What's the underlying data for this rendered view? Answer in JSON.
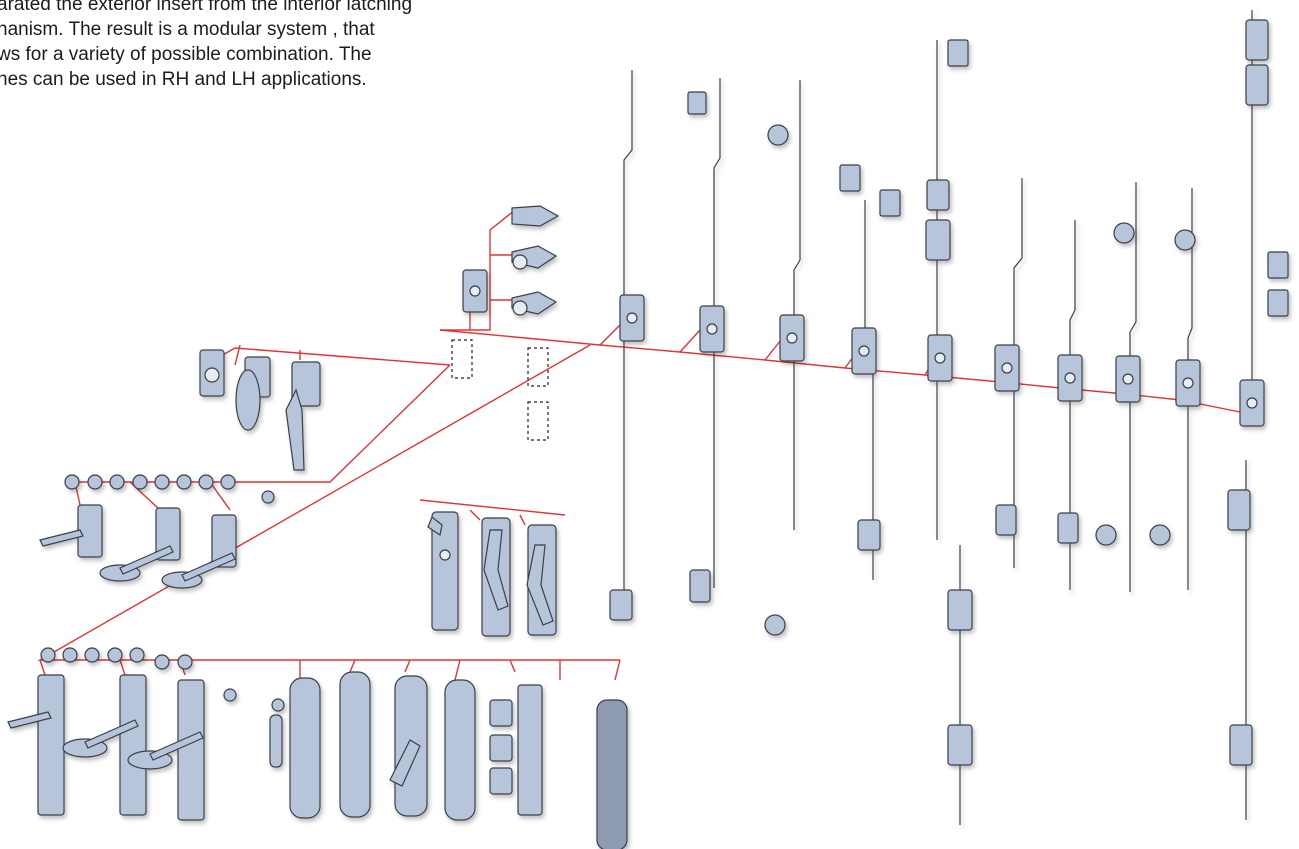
{
  "caption": {
    "lines": [
      "arated the exterior insert from the interior latching",
      "hanism.  The result is a modular system , that",
      "ws for a variety of possible combination. The",
      "hes can be used in RH and LH applications."
    ]
  },
  "colors": {
    "connector": "#e03535",
    "part_fill": "#b6c5da",
    "part_stroke": "#3a3f48",
    "text": "#1c1c1c"
  }
}
